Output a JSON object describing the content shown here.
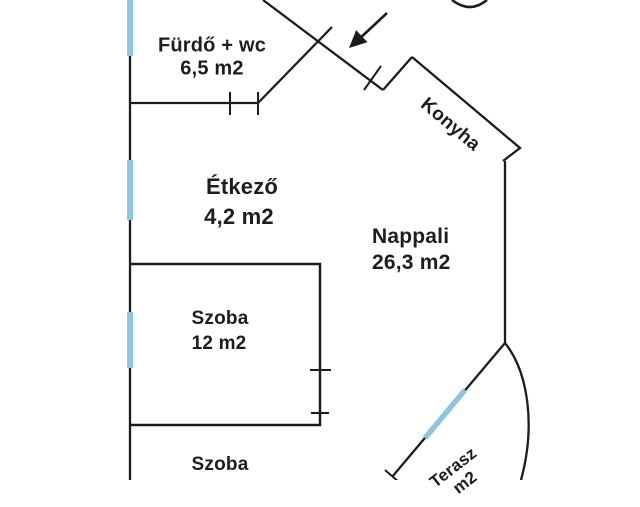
{
  "plan": {
    "title": "floor-plan",
    "rooms": {
      "furdo": {
        "label": "Fürdő + wc",
        "area": "6,5 m2"
      },
      "etkezo": {
        "label": "Étkező",
        "area": "4,2 m2"
      },
      "konyha": {
        "label": "Konyha"
      },
      "nappali": {
        "label": "Nappali",
        "area": "26,3 m2"
      },
      "szoba1": {
        "label": "Szoba",
        "area": "12 m2"
      },
      "szoba2": {
        "label": "Szoba"
      },
      "terasz": {
        "label": "Terasz",
        "area": "m2"
      }
    },
    "colors": {
      "wall": "#1c1c1c",
      "window": "#92c4dd",
      "text": "#1d1d1d",
      "background": "#ffffff"
    }
  }
}
